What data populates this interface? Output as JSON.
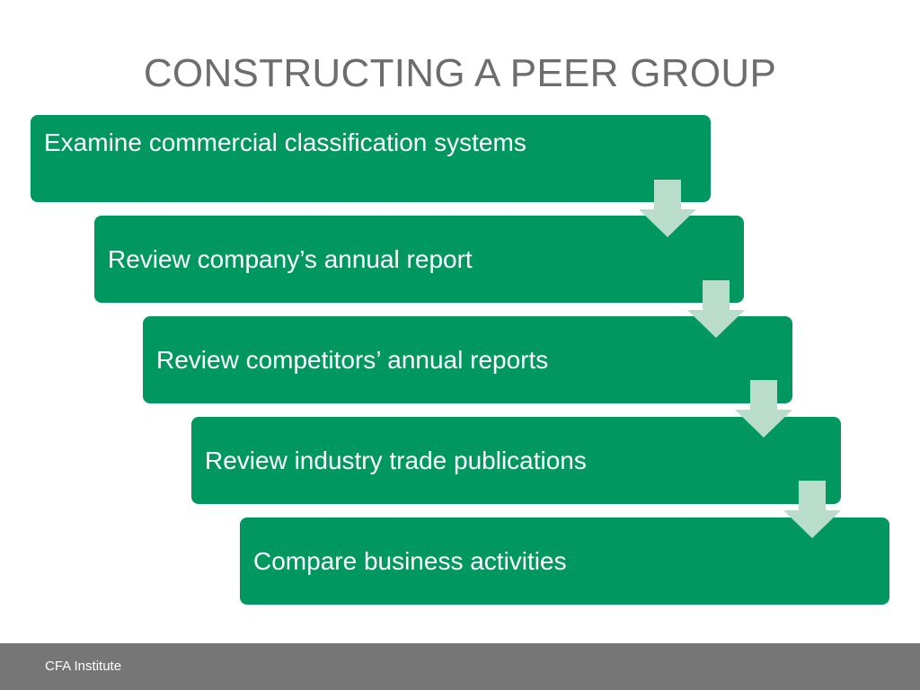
{
  "slide": {
    "title": "CONSTRUCTING A PEER GROUP"
  },
  "steps": [
    {
      "label": "Examine commercial classification systems"
    },
    {
      "label": "Review company’s annual report"
    },
    {
      "label": "Review competitors’ annual reports"
    },
    {
      "label": "Review industry trade publications"
    },
    {
      "label": "Compare business activities"
    }
  ],
  "colors": {
    "box": "#019760",
    "arrow": "#b9dccb",
    "title": "#6d6d6d",
    "footer": "#767676"
  },
  "footer": {
    "text": "CFA Institute"
  }
}
